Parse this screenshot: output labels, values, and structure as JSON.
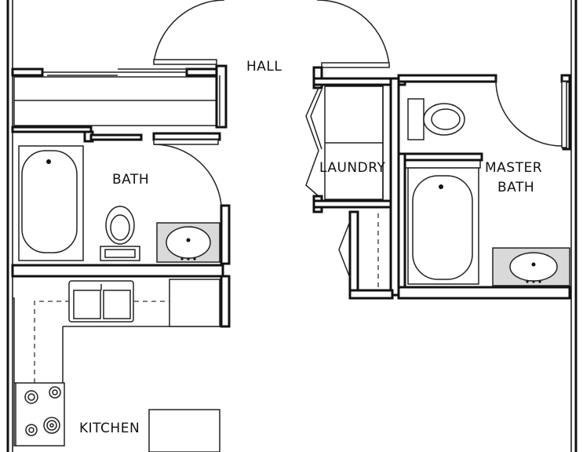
{
  "rooms": {
    "hall": "HALL",
    "bath": "BATH",
    "laundry": "LAUNDRY",
    "master_bath_line1": "MASTER",
    "master_bath_line2": "BATH",
    "kitchen": "KITCHEN"
  }
}
